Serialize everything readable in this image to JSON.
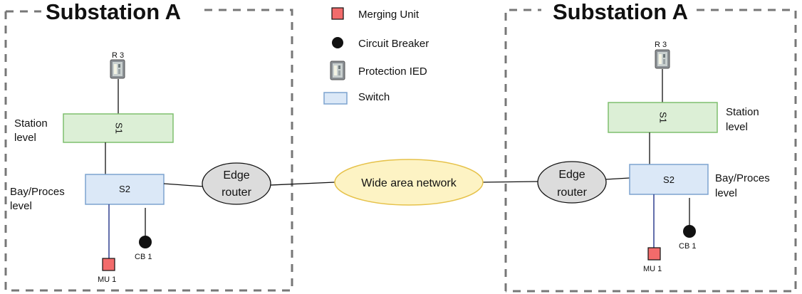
{
  "substations": [
    {
      "title": "Substation A",
      "ied_label": "R 3",
      "station_switch": "S1",
      "bay_switch": "S2",
      "station_level_line1": "Station",
      "station_level_line2": "level",
      "bay_level_line1": "Bay/Proces",
      "bay_level_line2": "level",
      "mu_label": "MU 1",
      "cb_label": "CB 1"
    },
    {
      "title": "Substation A",
      "ied_label": "R 3",
      "station_switch": "S1",
      "bay_switch": "S2",
      "station_level_line1": "Station",
      "station_level_line2": "level",
      "bay_level_line1": "Bay/Proces",
      "bay_level_line2": "level",
      "mu_label": "MU 1",
      "cb_label": "CB 1"
    }
  ],
  "legend": {
    "merging_unit": "Merging Unit",
    "circuit_breaker": "Circuit Breaker",
    "protection_ied": "Protection IED",
    "switch": "Switch"
  },
  "edge_router_left": {
    "line1": "Edge",
    "line2": "router"
  },
  "edge_router_right": {
    "line1": "Edge",
    "line2": "router"
  },
  "wan_label": "Wide area network",
  "colors": {
    "merging_unit": "#f26b6b",
    "circuit_breaker": "#111111",
    "switch_fill": "#dbe8f7",
    "switch_stroke": "#7da3cf",
    "station_fill": "#dcefd6",
    "station_stroke": "#7fbf6e",
    "router_fill": "#dcdcdc",
    "wan_fill": "#fdf3c4",
    "wan_stroke": "#e6c24a",
    "mu_line": "#2f3f8f",
    "dash": "#777777"
  }
}
